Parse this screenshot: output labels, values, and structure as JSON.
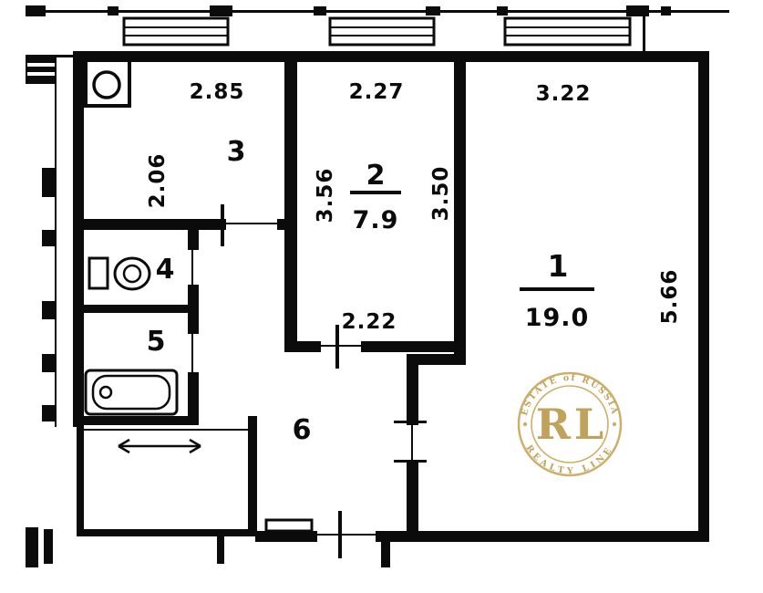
{
  "rooms": {
    "room1": {
      "number": "1",
      "area": "19.0"
    },
    "room2": {
      "number": "2",
      "area": "7.9"
    },
    "room3": {
      "number": "3"
    },
    "room4": {
      "number": "4"
    },
    "room5": {
      "number": "5"
    },
    "room6": {
      "number": "6"
    }
  },
  "dimensions": {
    "room3_width_top": "2.85",
    "room3_depth_left": "2.06",
    "room2_width_top": "2.27",
    "room2_height_left": "3.56",
    "room2_height_right": "3.50",
    "room2_width_bottom": "2.22",
    "room1_width_top": "3.22",
    "room1_height_right": "5.66"
  },
  "watermark": {
    "initials": "RL",
    "arc_top": "ESTATE of RUSSIA",
    "arc_bottom": "REALTY LINE",
    "color": "#c6a250"
  },
  "colors": {
    "ink": "#0b0b0b",
    "paper": "#ffffff",
    "watermark_gold": "#c6a250"
  }
}
